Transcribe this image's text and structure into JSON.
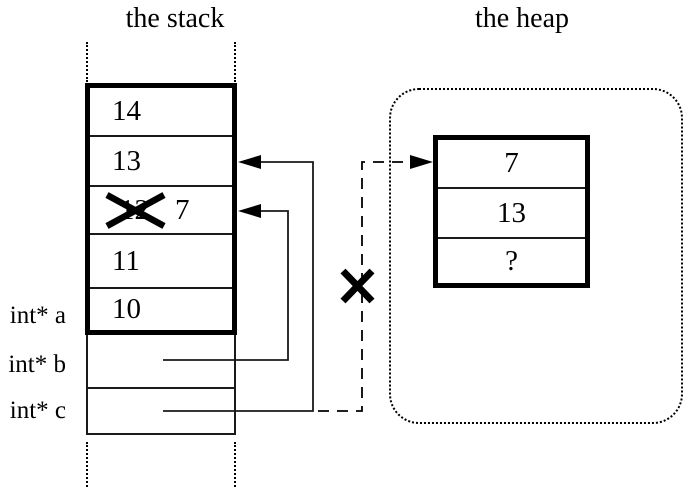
{
  "colors": {
    "ink": "#000000",
    "thin_line": "#1a1a1a",
    "background": "#ffffff"
  },
  "icons": {
    "cross_out_x": "✕",
    "arrowhead": "►"
  },
  "stack": {
    "title": "the stack",
    "labels": [
      {
        "text": "int* a"
      },
      {
        "text": "int* b"
      },
      {
        "text": "int* c"
      }
    ],
    "frame_cells": [
      {
        "value": "14"
      },
      {
        "value": "13"
      },
      {
        "value": "12",
        "crossed_out": true,
        "new_value": "7"
      },
      {
        "value": "11"
      },
      {
        "value": "10"
      }
    ]
  },
  "heap": {
    "title": "the heap",
    "block_cells": [
      {
        "value": "7"
      },
      {
        "value": "13"
      },
      {
        "value": "?"
      }
    ]
  }
}
